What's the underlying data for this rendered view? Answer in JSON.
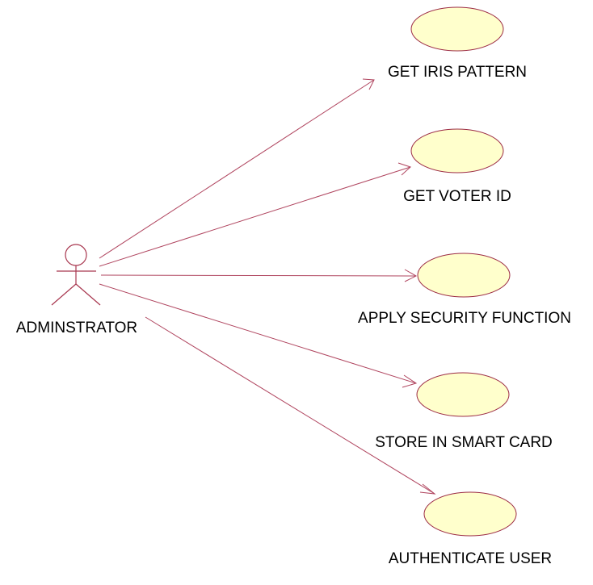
{
  "colors": {
    "line": "#b0455f",
    "usecase_fill": "#ffffcc",
    "usecase_stroke": "#9c2b44",
    "actor_stroke": "#a8374f",
    "text": "#000000"
  },
  "actor": {
    "name": "ADMINSTRATOR",
    "icon": "stick-figure-actor-icon"
  },
  "use_cases": [
    {
      "id": "get-iris-pattern",
      "label": "GET IRIS PATTERN"
    },
    {
      "id": "get-voter-id",
      "label": "GET VOTER ID"
    },
    {
      "id": "apply-security-function",
      "label": "APPLY SECURITY FUNCTION"
    },
    {
      "id": "store-in-smart-card",
      "label": "STORE IN SMART CARD"
    },
    {
      "id": "authenticate-user",
      "label": "AUTHENTICATE USER"
    }
  ],
  "associations": [
    {
      "from": "ADMINSTRATOR",
      "to": "GET IRIS PATTERN"
    },
    {
      "from": "ADMINSTRATOR",
      "to": "GET VOTER ID"
    },
    {
      "from": "ADMINSTRATOR",
      "to": "APPLY SECURITY FUNCTION"
    },
    {
      "from": "ADMINSTRATOR",
      "to": "STORE IN SMART CARD"
    },
    {
      "from": "ADMINSTRATOR",
      "to": "AUTHENTICATE USER"
    }
  ]
}
